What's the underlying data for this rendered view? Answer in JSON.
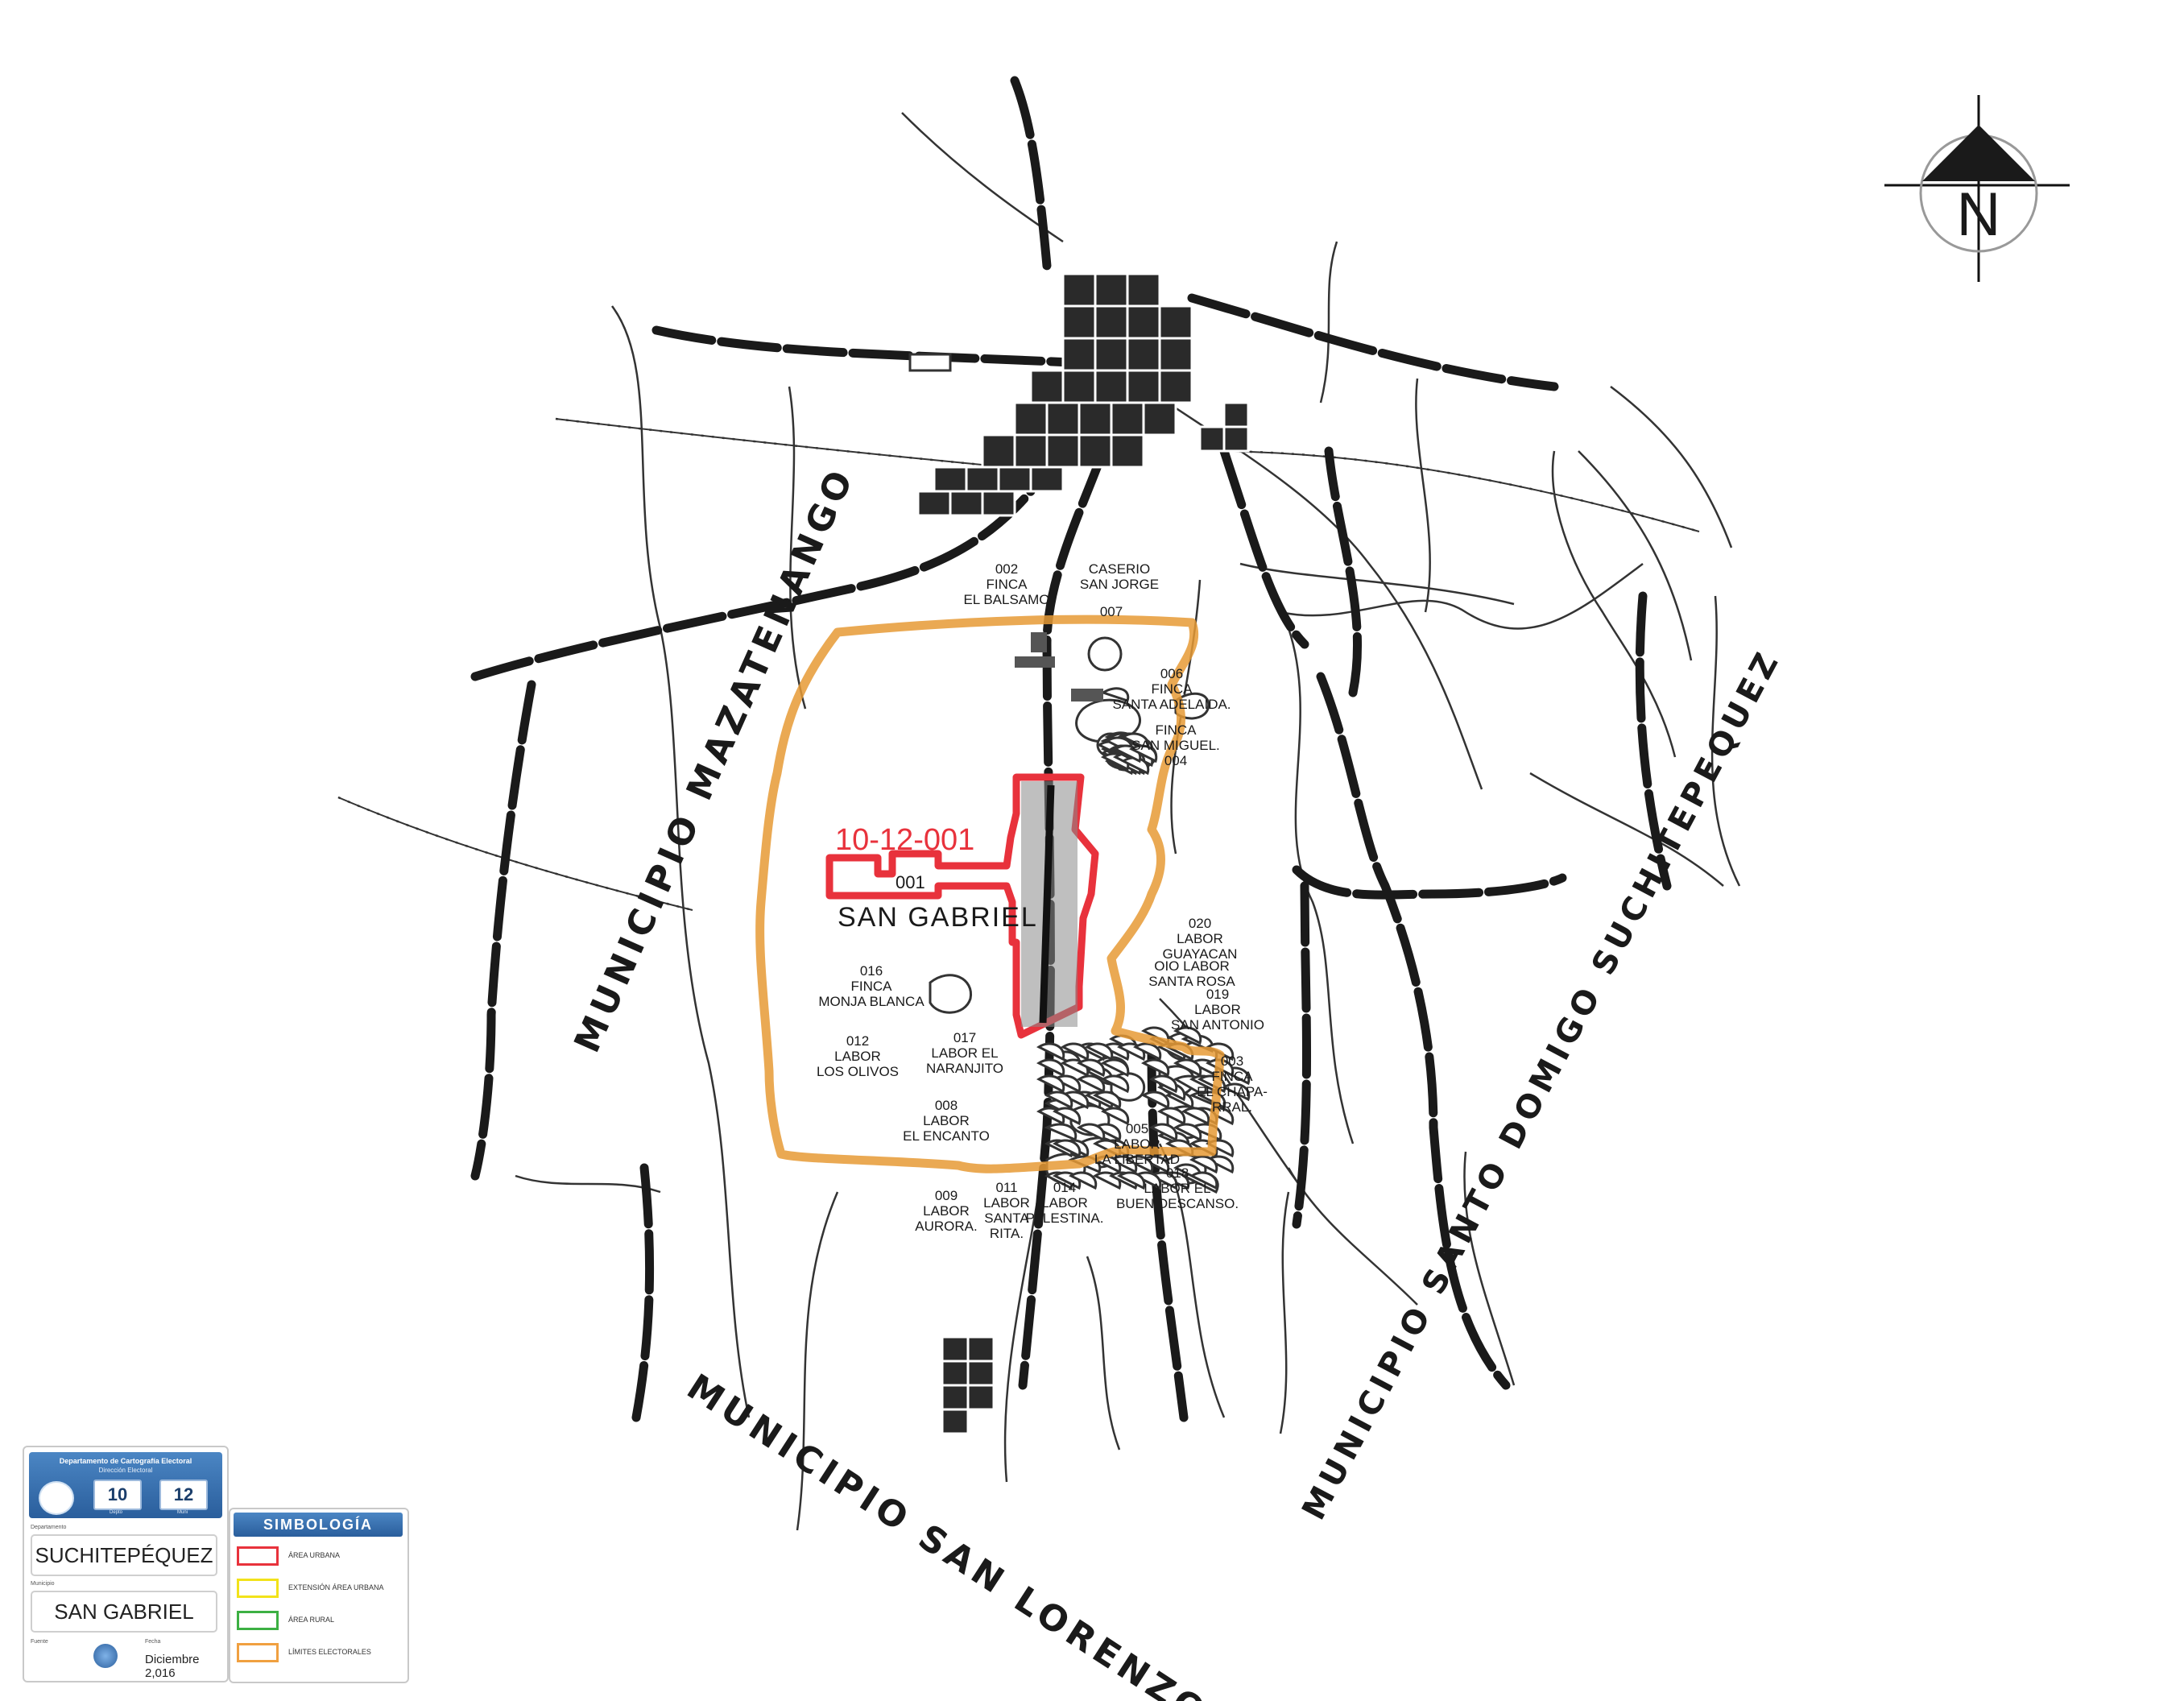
{
  "map": {
    "north_letter": "N",
    "urban_code": "10-12-001",
    "urban_number": "001",
    "urban_name": "SAN GABRIEL",
    "municipios": {
      "mazatenango": "MUNICIPIO  MAZATENANGO",
      "san_lorenzo": "MUNICIPIO SAN LORENZO",
      "santo_domingo": "MUNICIPIO SANTO DOMIGO SUCHITEPEQUEZ"
    },
    "places": [
      {
        "lines": [
          "002",
          "FINCA",
          "EL BALSAMO"
        ]
      },
      {
        "lines": [
          "CASERIO",
          "SAN JORGE"
        ]
      },
      {
        "lines": [
          "007"
        ]
      },
      {
        "lines": [
          "006",
          "FINCA",
          "SANTA ADELAIDA."
        ]
      },
      {
        "lines": [
          "FINCA",
          "SAN MIGUEL.",
          "004"
        ]
      },
      {
        "lines": [
          "020",
          "LABOR",
          "GUAYACAN"
        ]
      },
      {
        "lines": [
          "OIO LABOR",
          "SANTA ROSA"
        ]
      },
      {
        "lines": [
          "019",
          "LABOR",
          "SAN ANTONIO"
        ]
      },
      {
        "lines": [
          "003",
          "FINCA",
          "EL CHAPA-",
          "RRAL."
        ]
      },
      {
        "lines": [
          "005",
          "LABOR",
          "LA LIBERTAD"
        ]
      },
      {
        "lines": [
          "018",
          "LABOR EL",
          "BUEN DESCANSO."
        ]
      },
      {
        "lines": [
          "014",
          "LABOR",
          "PALESTINA."
        ]
      },
      {
        "lines": [
          "011",
          "LABOR",
          "SANTA",
          "RITA."
        ]
      },
      {
        "lines": [
          "009",
          "LABOR",
          "AURORA."
        ]
      },
      {
        "lines": [
          "008",
          "LABOR",
          "EL ENCANTO"
        ]
      },
      {
        "lines": [
          "017",
          "LABOR EL",
          "NARANJITO"
        ]
      },
      {
        "lines": [
          "012",
          "LABOR",
          "LOS OLIVOS"
        ]
      },
      {
        "lines": [
          "016",
          "FINCA",
          "MONJA BLANCA"
        ]
      }
    ]
  },
  "card": {
    "department_title": "Departamento de Cartografía Electoral",
    "direction": "Dirección Electoral",
    "depto_code": "10",
    "muni_code": "12",
    "depto_caption": "Depto",
    "muni_caption": "Muni",
    "department_caption": "Departamento",
    "department": "SUCHITEPÉQUEZ",
    "municipio_caption": "Municipio",
    "municipio": "SAN GABRIEL",
    "source_caption": "Fuente",
    "date_caption": "Fecha",
    "date": "Diciembre 2,016"
  },
  "legend": {
    "title": "SIMBOLOGÍA",
    "items": [
      {
        "label": "ÁREA URBANA",
        "color": "#e8323c"
      },
      {
        "label": "EXTENSIÓN ÁREA URBANA",
        "color": "#f2e21a"
      },
      {
        "label": "ÁREA RURAL",
        "color": "#3cb043"
      },
      {
        "label": "LÍMITES ELECTORALES",
        "color": "#f0a040"
      }
    ]
  },
  "colors": {
    "electoral_limit": "#e69a35",
    "urban_area": "#e8323c",
    "road": "#1a1a1a"
  }
}
